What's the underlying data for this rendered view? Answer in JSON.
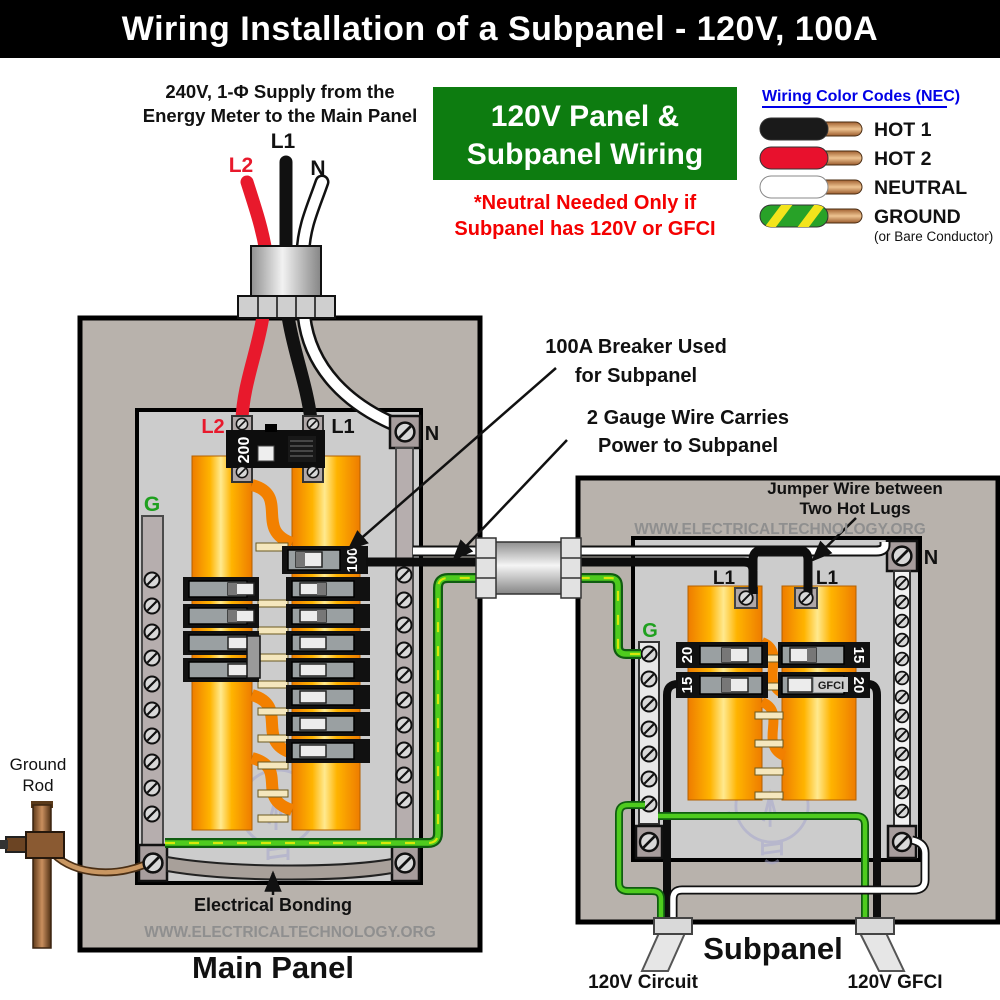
{
  "banner": {
    "title": "Wiring Installation of a Subpanel - 120V, 100A"
  },
  "intro": {
    "supply_line1": "240V, 1-Φ Supply from the",
    "supply_line2": "Energy Meter to the Main Panel",
    "l1": "L1",
    "l2": "L2",
    "n": "N"
  },
  "green_box": {
    "line1": "120V Panel &",
    "line2": "Subpanel Wiring"
  },
  "neutral_note": {
    "line1": "*Neutral Needed Only if",
    "line2": "Subpanel has 120V or GFCI"
  },
  "legend": {
    "title": "Wiring Color Codes (NEC)",
    "items": [
      {
        "name": "hot1-wire",
        "label": "HOT 1",
        "color": "#1a1a1a"
      },
      {
        "name": "hot2-wire",
        "label": "HOT 2",
        "color": "#e8112d"
      },
      {
        "name": "neutral-wire",
        "label": "NEUTRAL",
        "color": "#ffffff"
      },
      {
        "name": "ground-wire",
        "label": "GROUND",
        "color": "#28a228",
        "sublabel": "(or Bare Conductor)"
      }
    ]
  },
  "annotations": {
    "breaker_note_line1": "100A Breaker Used",
    "breaker_note_line2": "for Subpanel",
    "wire_note_line1": "2 Gauge Wire Carries",
    "wire_note_line2": "Power to Subpanel",
    "jumper_note_line1": "Jumper Wire between",
    "jumper_note_line2": "Two Hot Lugs",
    "bonding": "Electrical Bonding",
    "ground_rod_line1": "Ground",
    "ground_rod_line2": "Rod"
  },
  "main_panel": {
    "title": "Main Panel",
    "watermark": "WWW.ELECTRICALTECHNOLOGY.ORG",
    "l2": "L2",
    "l1": "L1",
    "n": "N",
    "g": "G",
    "main_breaker_rating": "200",
    "subfeed_breaker_rating": "100"
  },
  "subpanel": {
    "title": "Subpanel",
    "watermark": "WWW.ELECTRICALTECHNOLOGY.ORG",
    "l1_left": "L1",
    "l1_right": "L1",
    "n": "N",
    "g": "G",
    "breaker_top_left": "20",
    "breaker_top_right": "15",
    "breaker_bottom_left": "15",
    "breaker_bottom_right": "20",
    "gfci": "GFCI",
    "output_left": "120V Circuit",
    "output_right": "120V GFCI"
  },
  "colors": {
    "green_box_bg": "#0d7c10",
    "note_red": "#f40000",
    "link_blue": "#0000e6",
    "watermark_gray": "#8f8f8f"
  }
}
